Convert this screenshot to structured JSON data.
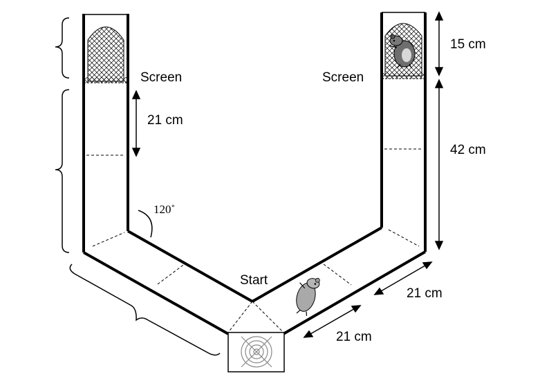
{
  "labels": {
    "screen_left": "Screen",
    "screen_right": "Screen",
    "dim_15": "15 cm",
    "dim_42": "42 cm",
    "dim_21_left": "21 cm",
    "dim_21_lower_a": "21 cm",
    "dim_21_lower_b": "21 cm",
    "angle": "120˚",
    "start": "Start"
  },
  "icons": {
    "hamster_top": "hamster-icon",
    "hamster_bottom": "hamster-icon",
    "fan": "fan-icon"
  },
  "colors": {
    "line": "#000000",
    "hamster_dark": "#6e6e6e",
    "hamster_light": "#a9a9a9",
    "fan": "#8a8a8a"
  }
}
